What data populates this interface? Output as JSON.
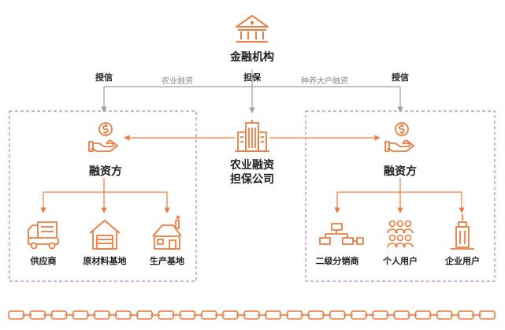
{
  "top_node": {
    "label": "金融机构"
  },
  "flow_labels": {
    "left_credit": "授信",
    "guarantee": "担保",
    "right_credit": "授信",
    "agri_financing": "农业融资",
    "large_farmer_financing": "种养大户融资"
  },
  "center_node": {
    "line1": "农业融资",
    "line2": "担保公司"
  },
  "left_group": {
    "label": "融资方",
    "children": [
      "供应商",
      "原材料基地",
      "生产基地"
    ]
  },
  "right_group": {
    "label": "融资方",
    "children": [
      "二级分销商",
      "个人用户",
      "企业用户"
    ]
  },
  "colors": {
    "accent": "#f07b3f",
    "dashed_border": "#c77dd8",
    "arrow_gray": "#9e9e9e",
    "text": "#222222"
  },
  "icons": {
    "top": "bank-icon",
    "center": "office-building-icon",
    "left_head": "money-hand-icon",
    "right_head": "money-hand-icon",
    "left_children": [
      "delivery-truck-icon",
      "warehouse-icon",
      "farmhouse-icon"
    ],
    "right_children": [
      "org-chart-icon",
      "people-group-icon",
      "skyscraper-icon"
    ]
  },
  "chain_links": 23
}
